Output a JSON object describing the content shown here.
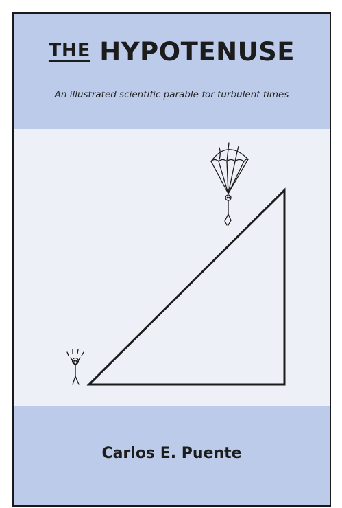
{
  "book": {
    "title_prefix": "THE",
    "title_main": "HYPOTENUSE",
    "subtitle": "An illustrated scientific parable for turbulent times",
    "author": "Carlos E. Puente"
  },
  "colors": {
    "band": "#bccbe9",
    "middle": "#eef0f8",
    "ink": "#1c1c1c"
  },
  "illustration": {
    "shapes": [
      "right-triangle",
      "parachutist",
      "cheering-stick-figure"
    ]
  }
}
